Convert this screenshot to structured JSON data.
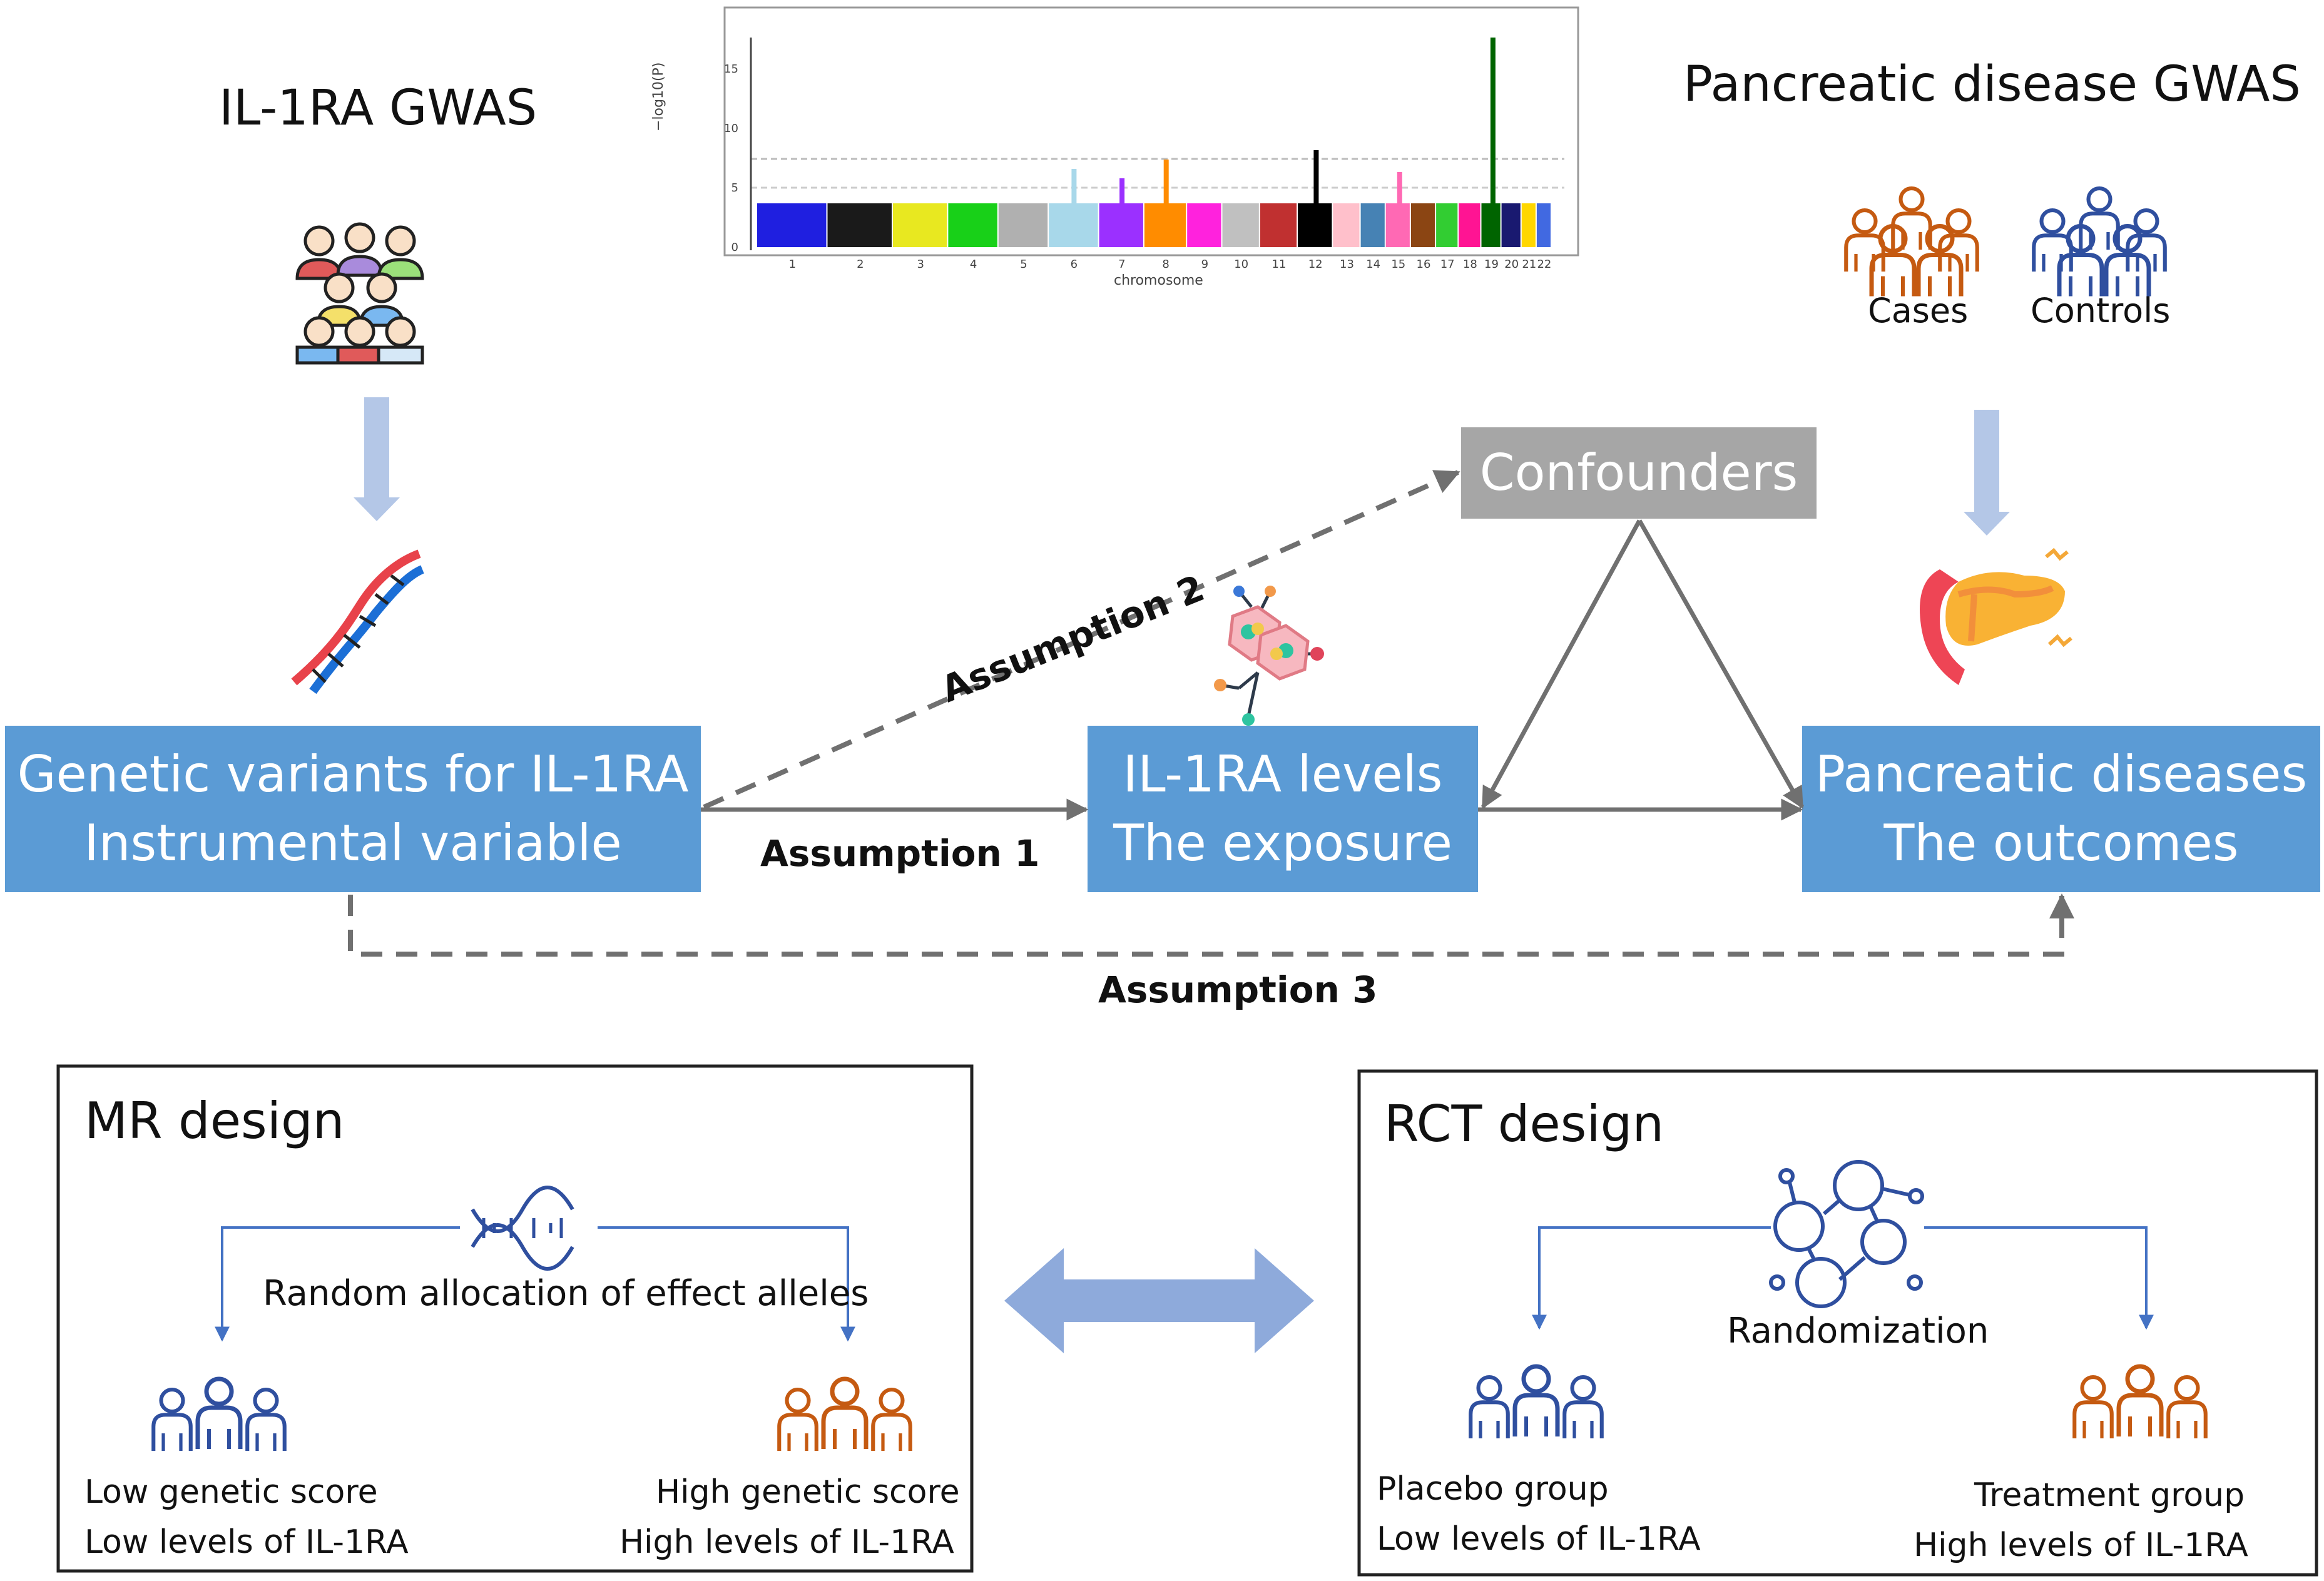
{
  "gwas_left": {
    "title": "IL-1RA GWAS"
  },
  "gwas_right": {
    "title": "Pancreatic disease GWAS",
    "cases_label": "Cases",
    "controls_label": "Controls"
  },
  "manhattan": {
    "y_axis_label": "−log10(P)",
    "x_axis_label": "chromosome",
    "y_ticks": [
      "0",
      "5",
      "10",
      "15"
    ],
    "chromosomes": [
      "1",
      "2",
      "3",
      "4",
      "5",
      "6",
      "7",
      "8",
      "9",
      "10",
      "11",
      "12",
      "13",
      "14",
      "15",
      "16",
      "17",
      "18",
      "19",
      "20",
      "21",
      "22"
    ],
    "colors": [
      "#1f1fe0",
      "#1a1a1a",
      "#e8e820",
      "#18d018",
      "#b0b0b0",
      "#a8d8ea",
      "#9b30ff",
      "#ff8c00",
      "#ff22dd",
      "#c0c0c0",
      "#c03030",
      "#000000",
      "#ffc0cb",
      "#4682b4",
      "#ff69b4",
      "#8b4513",
      "#32cd32",
      "#ff1493",
      "#006400",
      "#191970",
      "#ffd700",
      "#4169e1"
    ]
  },
  "nodes": {
    "instrument": {
      "line1": "Genetic variants for IL-1RA",
      "line2": "Instrumental variable"
    },
    "exposure": {
      "line1": "IL-1RA levels",
      "line2": "The exposure"
    },
    "outcome": {
      "line1": "Pancreatic diseases",
      "line2": "The outcomes"
    },
    "confounders": {
      "label": "Confounders"
    }
  },
  "assumptions": {
    "a1": "Assumption 1",
    "a2": "Assumption 2",
    "a3": "Assumption 3"
  },
  "mr_design": {
    "title": "MR design",
    "allocation": "Random allocation of effect alleles",
    "low_line1": "Low genetic score",
    "low_line2": "Low levels of IL-1RA",
    "high_line1": "High genetic score",
    "high_line2": "High levels of IL-1RA"
  },
  "rct_design": {
    "title": "RCT design",
    "randomization": "Randomization",
    "placebo_line1": "Placebo group",
    "placebo_line2": "Low levels of IL-1RA",
    "treatment_line1": "Treatment group",
    "treatment_line2": "High levels of IL-1RA"
  },
  "colors": {
    "node_fill": "#5b9bd5",
    "confounder_fill": "#a6a6a6",
    "arrow_gray": "#707070",
    "blue_people": "#2f4f9f",
    "orange_people": "#c55a11",
    "light_arrow": "#b4c7e7",
    "double_arrow": "#8eaadb"
  },
  "icons": [
    "people-group-icon",
    "dna-icon",
    "molecule-icon",
    "pancreas-icon",
    "network-icon"
  ]
}
